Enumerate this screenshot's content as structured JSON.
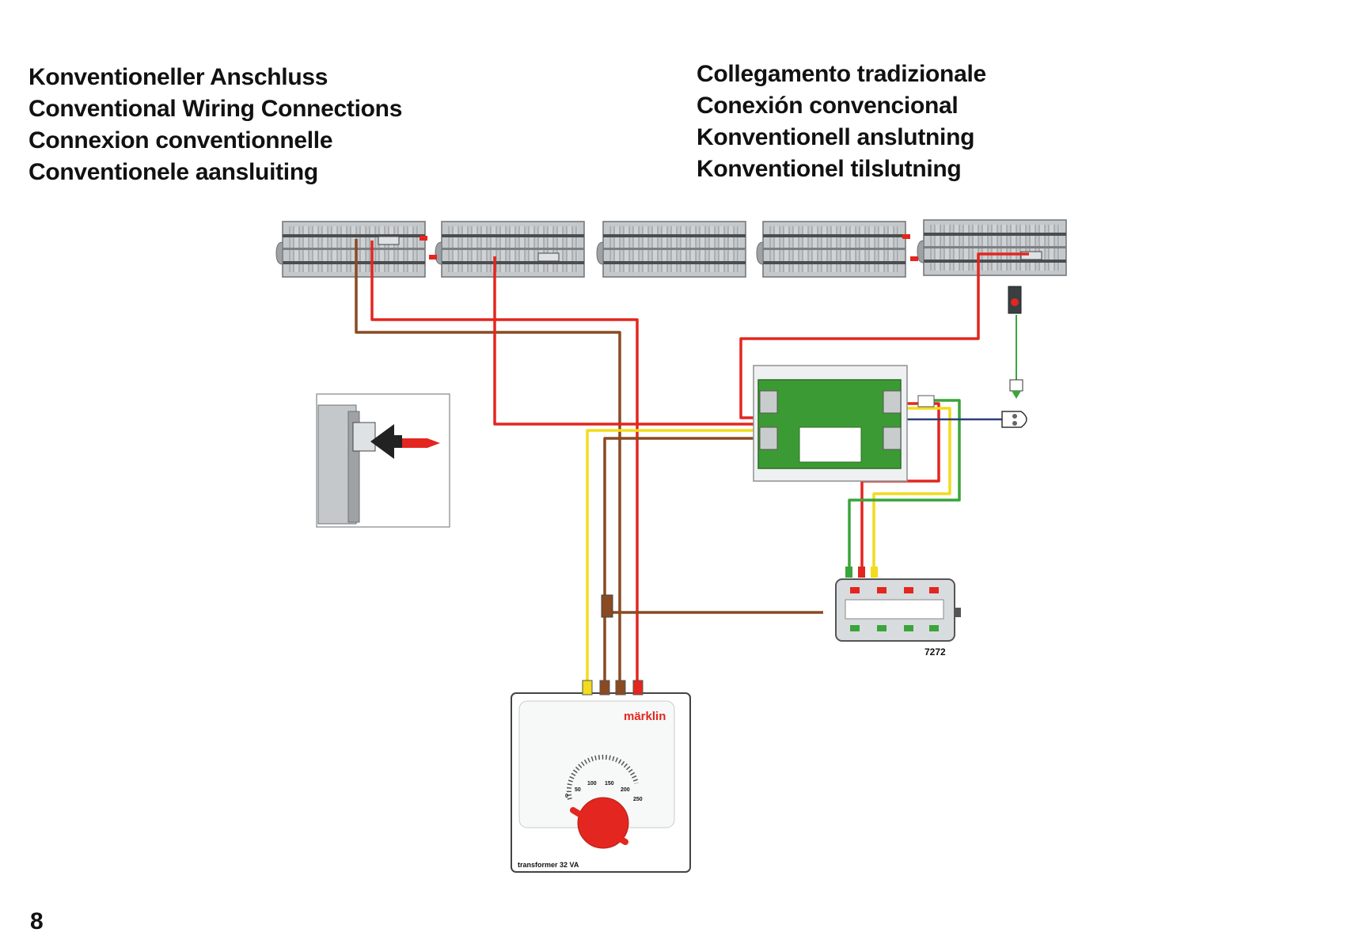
{
  "titles_left": [
    "Konventioneller Anschluss",
    "Conventional Wiring Connections",
    "Connexion conventionnelle",
    "Conventionele aansluiting"
  ],
  "titles_right": [
    "Collegamento tradizionale",
    "Conexión convencional",
    "Konventionell anslutning",
    "Konventionel tilslutning"
  ],
  "control_box": {
    "model": "7272"
  },
  "transformer": {
    "brand": "märklin",
    "model": "transformer 32 VA",
    "dial_scale": [
      "0",
      "50",
      "100",
      "150",
      "200",
      "250"
    ]
  },
  "page_number": "8",
  "colors": {
    "red_wire": "#e3261f",
    "brown_wire": "#8a4a22",
    "yellow_wire": "#f2dc1b",
    "green_wire": "#3aa53a",
    "circuit_board": "#3c9a34",
    "track": "#b8bcbe",
    "brand_red": "#e3261f"
  },
  "icons": [
    "track-section",
    "signal-icon",
    "light-bulb-icon",
    "arrow-icon",
    "plug-icon",
    "control-box",
    "transformer-dial"
  ]
}
